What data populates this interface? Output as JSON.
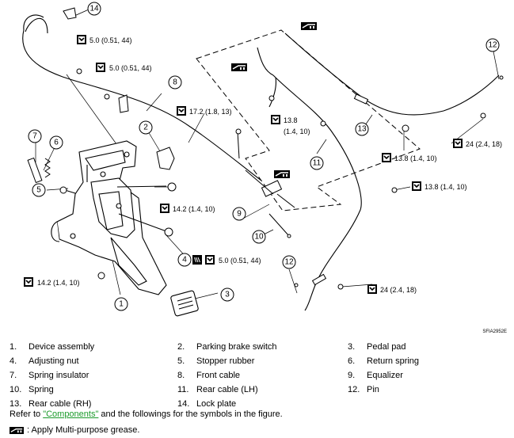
{
  "callouts": {
    "c1": "1",
    "c2": "2",
    "c3": "3",
    "c4": "4",
    "c5": "5",
    "c6": "6",
    "c7": "7",
    "c8": "8",
    "c9": "9",
    "c10": "10",
    "c11": "11",
    "c12a": "12",
    "c12b": "12",
    "c13": "13",
    "c14": "14"
  },
  "torques": {
    "t1": "5.0 (0.51, 44)",
    "t2": "5.0 (0.51, 44)",
    "t3": "17.2 (1.8, 13)",
    "t4a": "13.8",
    "t4b": "(1.4, 10)",
    "t5": "14.2 (1.4, 10)",
    "t6": "5.0 (0.51, 44)",
    "t7": "14.2 (1.4, 10)",
    "t8": "13.8 (1.4, 10)",
    "t9": "24 (2.4, 18)",
    "t10": "13.8 (1.4, 10)",
    "t11": "24 (2.4, 18)"
  },
  "figure_code": "SFIA2952E",
  "legend": [
    [
      {
        "n": "1.",
        "t": "Device assembly"
      },
      {
        "n": "2.",
        "t": "Parking brake switch"
      },
      {
        "n": "3.",
        "t": "Pedal pad"
      }
    ],
    [
      {
        "n": "4.",
        "t": "Adjusting nut"
      },
      {
        "n": "5.",
        "t": "Stopper rubber"
      },
      {
        "n": "6.",
        "t": "Return spring"
      }
    ],
    [
      {
        "n": "7.",
        "t": "Spring insulator"
      },
      {
        "n": "8.",
        "t": "Front cable"
      },
      {
        "n": "9.",
        "t": "Equalizer"
      }
    ],
    [
      {
        "n": "10.",
        "t": "Spring"
      },
      {
        "n": "11.",
        "t": "Rear cable (LH)"
      },
      {
        "n": "12.",
        "t": "Pin"
      }
    ],
    [
      {
        "n": "13.",
        "t": "Rear cable (RH)"
      },
      {
        "n": "14.",
        "t": "Lock plate"
      },
      {
        "n": "",
        "t": ""
      }
    ]
  ],
  "refer": {
    "pre": "Refer to ",
    "link": "\"Components\"",
    "post": " and the followings for the symbols in the figure."
  },
  "grease_text": ": Apply Multi-purpose grease."
}
